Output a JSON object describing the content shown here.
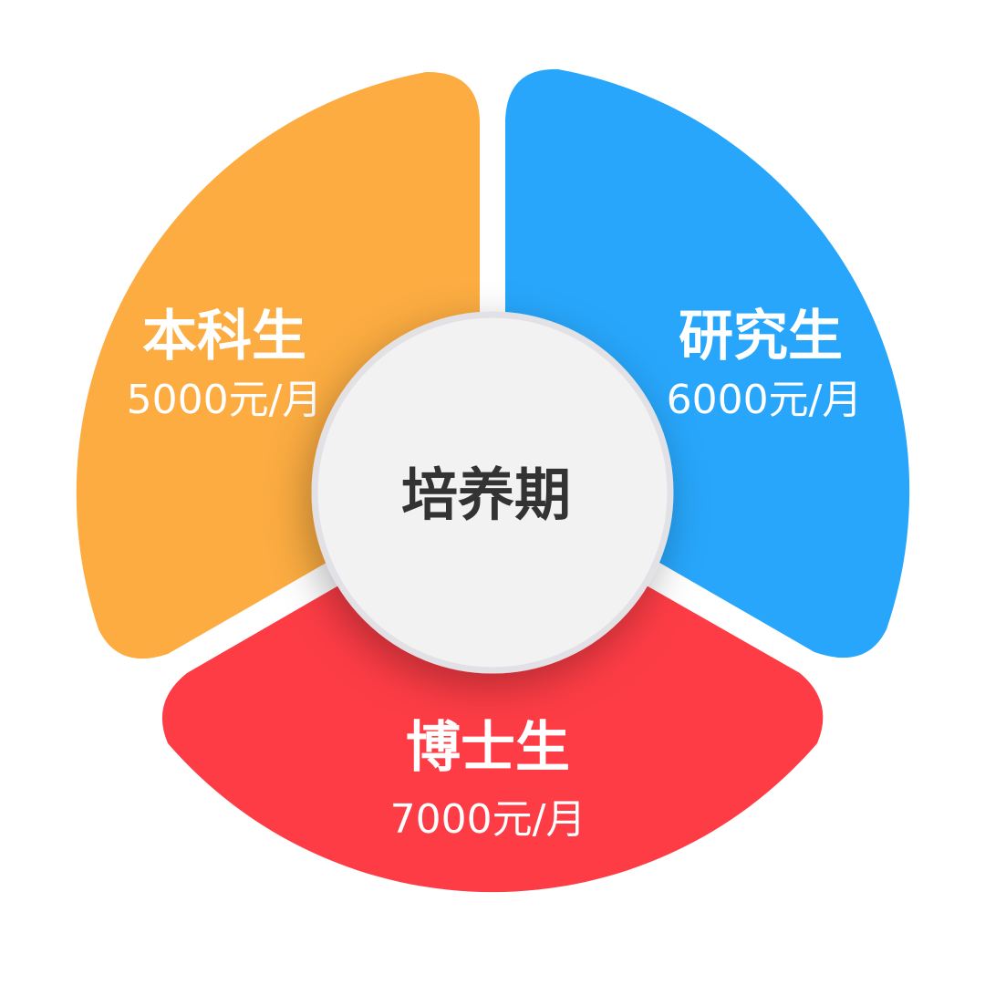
{
  "center": {
    "title": "培养期"
  },
  "segments": [
    {
      "key": "undergrad",
      "title": "本科生",
      "value": "5000元/月",
      "color": "#FCAC41"
    },
    {
      "key": "master",
      "title": "研究生",
      "value": "6000元/月",
      "color": "#27A6FB"
    },
    {
      "key": "phd",
      "title": "博士生",
      "value": "7000元/月",
      "color": "#FD3C45"
    }
  ]
}
